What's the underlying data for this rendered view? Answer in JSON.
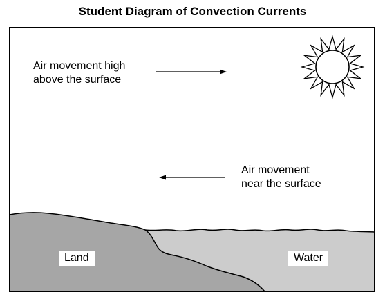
{
  "title": "Student Diagram of Convection Currents",
  "labels": {
    "high_line1": "Air movement high",
    "high_line2": "above the surface",
    "near_line1": "Air movement",
    "near_line2": "near the surface",
    "land": "Land",
    "water": "Water"
  },
  "icons": {
    "sun": "sun-icon",
    "arrow_high": "arrow-right",
    "arrow_near": "arrow-left"
  },
  "colors": {
    "land": "#a6a6a6",
    "water": "#cccccc",
    "outline": "#000000",
    "background": "#ffffff"
  }
}
